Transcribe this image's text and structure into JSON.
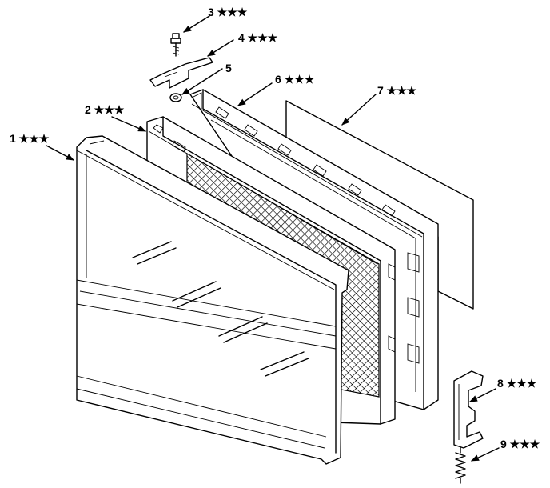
{
  "callouts": [
    {
      "id": "1",
      "label": "1 ★★★"
    },
    {
      "id": "2",
      "label": "2 ★★★"
    },
    {
      "id": "3",
      "label": "3 ★★★"
    },
    {
      "id": "4",
      "label": "4 ★★★"
    },
    {
      "id": "5",
      "label": "5"
    },
    {
      "id": "6",
      "label": "6 ★★★"
    },
    {
      "id": "7",
      "label": "7 ★★★"
    },
    {
      "id": "8",
      "label": "8 ★★★"
    },
    {
      "id": "9",
      "label": "9 ★★★"
    }
  ]
}
